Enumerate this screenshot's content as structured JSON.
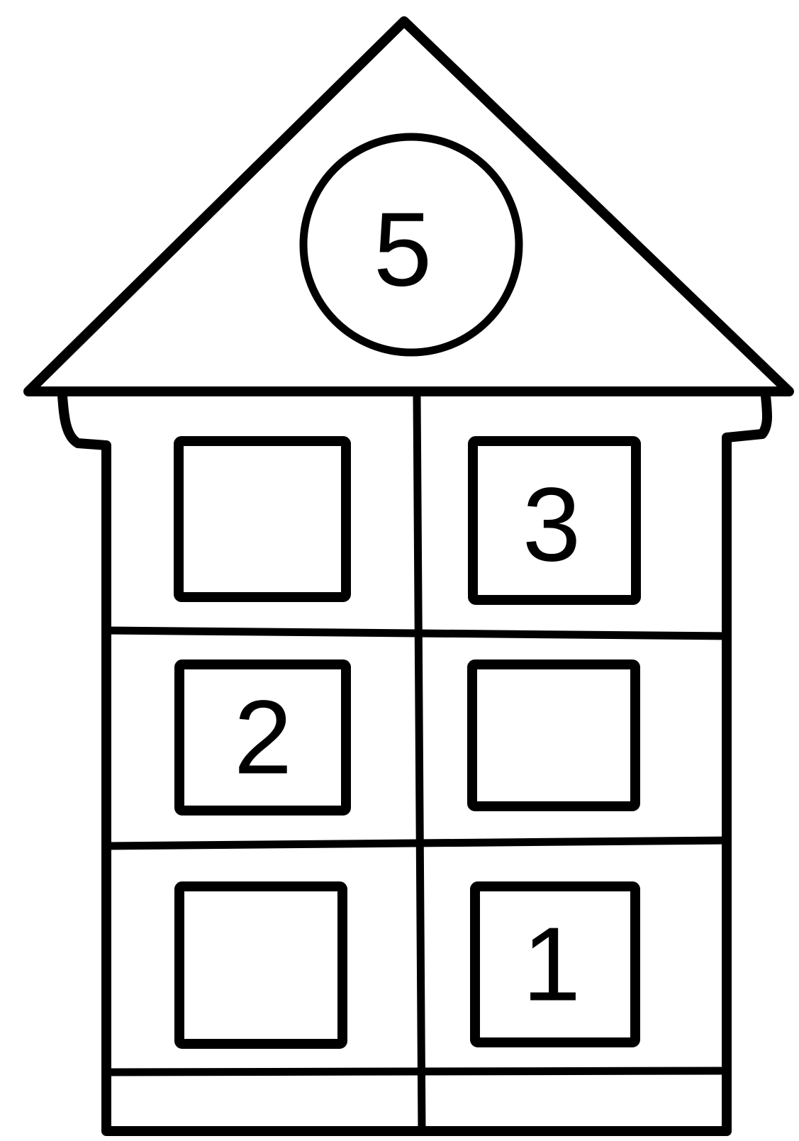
{
  "house": {
    "roof_number": "5",
    "windows": [
      {
        "id": "top-left",
        "label": ""
      },
      {
        "id": "top-right",
        "label": "3"
      },
      {
        "id": "middle-left",
        "label": "2"
      },
      {
        "id": "middle-right",
        "label": ""
      },
      {
        "id": "bottom-left",
        "label": ""
      },
      {
        "id": "bottom-right",
        "label": "1"
      }
    ]
  },
  "colors": {
    "ink": "#000000",
    "background": "#ffffff"
  }
}
